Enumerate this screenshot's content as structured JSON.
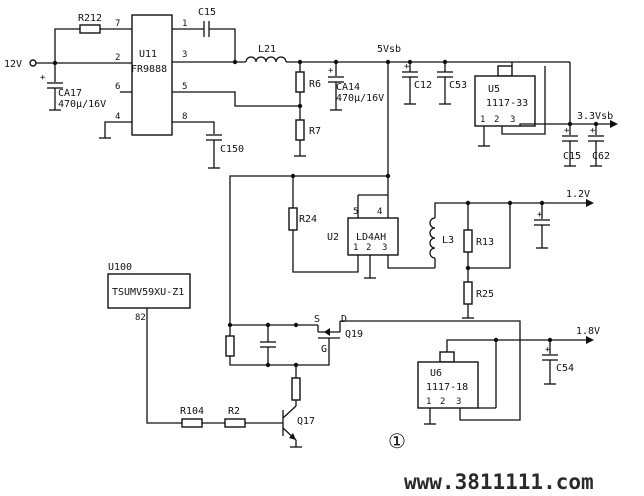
{
  "labels": {
    "v12": "12V",
    "r212": "R212",
    "u11": "U11",
    "fr9888": "FR9888",
    "c15a": "C15",
    "l21": "L21",
    "v5vsb": "5Vsb",
    "r6": "R6",
    "r7": "R7",
    "ca14": "CA14",
    "ca14v": "470μ/16V",
    "ca17": "CA17",
    "ca17v": "470μ/16V",
    "c150": "C150",
    "c12": "C12",
    "c53": "C53",
    "u5": "U5",
    "u5part": "1117-33",
    "v33vsb": "3.3Vsb",
    "c15b": "C15",
    "c62": "C62",
    "r24": "R24",
    "u2": "U2",
    "ld4ah": "LD4AH",
    "l3": "L3",
    "r13": "R13",
    "r25": "R25",
    "v12b": "1.2V",
    "u100": "U100",
    "tsumv": "TSUMV59XU-Z1",
    "pin82": "82",
    "q19": "Q19",
    "s": "S",
    "d": "D",
    "g": "G",
    "v18": "1.8V",
    "u6": "U6",
    "u6part": "1117-18",
    "c54": "C54",
    "r104": "R104",
    "r2": "R2",
    "q17": "Q17",
    "circled": "①",
    "watermark": "www.3811111.com"
  },
  "pins": {
    "u11": [
      "7",
      "2",
      "6",
      "4",
      "1",
      "3",
      "5",
      "8"
    ],
    "u5": [
      "1",
      "2",
      "3"
    ],
    "u2": [
      "5",
      "4",
      "1",
      "2",
      "3"
    ],
    "u6": [
      "1",
      "2",
      "3"
    ]
  }
}
